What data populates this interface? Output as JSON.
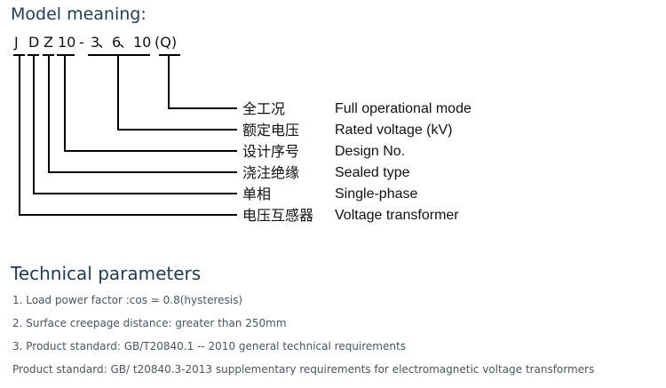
{
  "model_section": {
    "heading": "Model meaning:",
    "code": {
      "c1": "J",
      "c2": "D",
      "c3": "Z",
      "c4": "10",
      "c5": "-",
      "c6": "3",
      "c7": "、",
      "c8": "6",
      "c9": "、",
      "c10": "10",
      "c11": "(Q)"
    },
    "rows": [
      {
        "cn": "全工况",
        "en": "Full operational mode"
      },
      {
        "cn": "额定电压",
        "en": "Rated voltage (kV)"
      },
      {
        "cn": "设计序号",
        "en": "Design No."
      },
      {
        "cn": "浇注绝缘",
        "en": "Sealed type"
      },
      {
        "cn": "单相",
        "en": "Single-phase"
      },
      {
        "cn": "电压互感器",
        "en": "Voltage transformer"
      }
    ]
  },
  "tech_section": {
    "heading": "Technical parameters",
    "items": [
      "1. Load power factor :cos = 0.8(hysteresis)",
      "2. Surface creepage distance: greater than 250mm",
      "3. Product standard: GB/T20840.1 -- 2010 general technical requirements",
      "Product standard: GB/ t20840.3-2013 supplementary requirements for electromagnetic voltage transformers"
    ]
  }
}
